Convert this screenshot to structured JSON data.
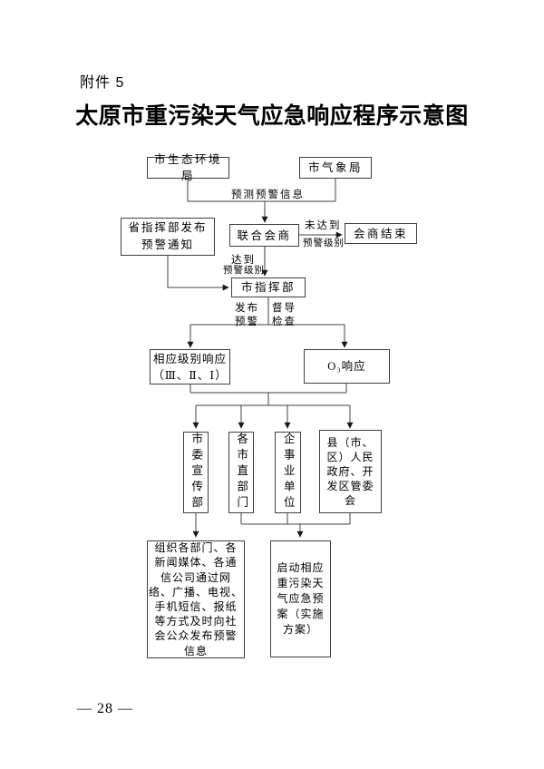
{
  "header": {
    "attachment": "附件 5",
    "title": "太原市重污染天气应急响应程序示意图"
  },
  "flowchart": {
    "nodes": {
      "env_bureau": "市生态环境局",
      "met_bureau": "市气象局",
      "prov_hq": "省指挥部发布\n预警通知",
      "joint_consult": "联合会商",
      "consult_end": "会商结束",
      "city_hq": "市指挥部",
      "level_response": "相应级别响应\n（Ⅲ、Ⅱ、Ⅰ）",
      "o3_response": "O₃响应",
      "propaganda_dept": "市委宣传部",
      "city_depts": "各市直部门",
      "enterprises": "企事业单位",
      "county_gov": "县（市、\n区）人民\n政府、开\n发区管委\n会",
      "publish_info": "组织各部门、各\n新闻媒体、各通\n信公司通过网\n络、广播、电视、\n手机短信、报纸\n等方式及时向社\n会公众发布预警\n信息",
      "start_plan": "启动相应\n重污染天\n气应急预\n案（实施\n方案）"
    },
    "edge_labels": {
      "forecast_info": "预测预警信息",
      "not_reached": "未达到",
      "warning_level_right": "预警级别",
      "reached": "达到",
      "warning_level_mid": "预警级别",
      "issue": "发布",
      "warning": "预警",
      "supervise": "督导",
      "inspect": "检查"
    }
  },
  "footer": {
    "page_number": "— 28 —"
  },
  "colors": {
    "ink": "#000000",
    "line": "#404040",
    "box_border": "#3f3f3f",
    "background": "#ffffff"
  }
}
